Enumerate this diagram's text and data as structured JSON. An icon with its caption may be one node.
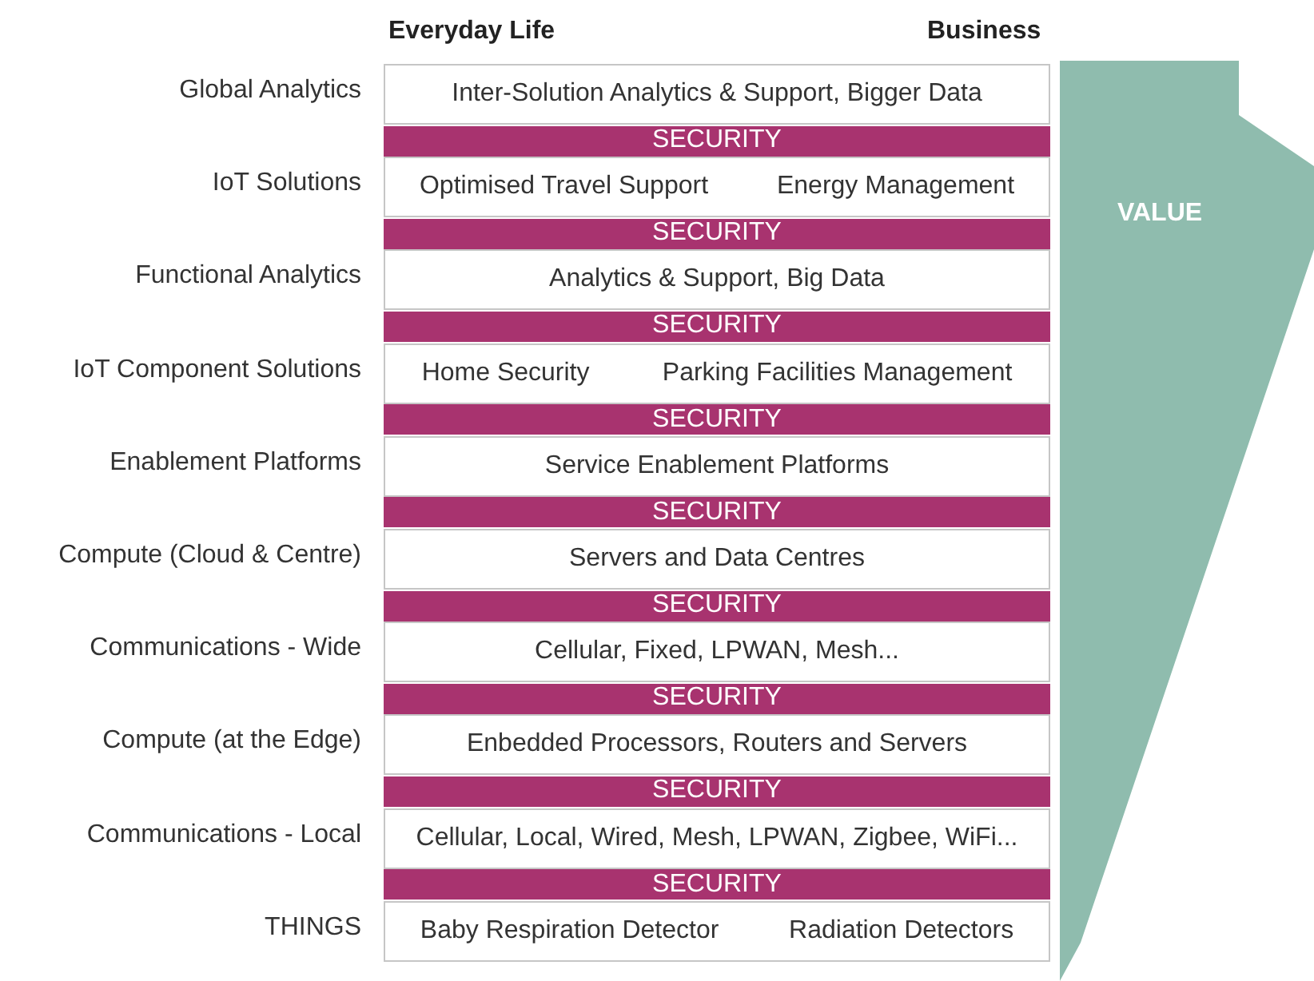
{
  "diagram": {
    "nodes": [
      {
        "text": [
          "Inter-Solution Analytics & Support, Bigger Data"
        ],
        "beside": [
          "Global Analytics"
        ]
      },
      {
        "text": [
          "SECURITY"
        ]
      },
      {
        "text": [
          "Optimised Travel Support",
          "Energy Management"
        ],
        "beside": [
          "IoT Solutions"
        ]
      },
      {
        "text": [
          "SECURITY"
        ]
      },
      {
        "text": [
          "Analytics & Support, Big Data"
        ],
        "beside": [
          "Functional Analytics"
        ]
      },
      {
        "text": [
          "SECURITY"
        ]
      },
      {
        "text": [
          "Home Security",
          "Parking Facilities Management"
        ],
        "beside": [
          "IoT Component Solutions"
        ]
      },
      {
        "text": [
          "SECURITY"
        ]
      },
      {
        "text": [
          "Service Enablement Platforms"
        ],
        "beside": [
          "Enablement Platforms"
        ]
      },
      {
        "text": [
          "SECURITY"
        ]
      },
      {
        "text": [
          "Servers and Data Centres"
        ],
        "beside": [
          "Compute (Cloud & Centre)"
        ]
      },
      {
        "text": [
          "SECURITY"
        ]
      },
      {
        "text": [
          "Cellular, Fixed, LPWAN, Mesh..."
        ],
        "beside": [
          "Communications - Wide"
        ]
      },
      {
        "text": [
          "SECURITY"
        ]
      },
      {
        "text": [
          "Enbedded Processors, Routers and Servers"
        ],
        "beside": [
          "Compute (at the Edge)"
        ]
      },
      {
        "text": [
          "SECURITY"
        ]
      },
      {
        "text": [
          "Cellular, Local, Wired, Mesh, LPWAN, Zigbee, WiFi..."
        ],
        "beside": [
          "Communications - Local"
        ]
      },
      {
        "text": [
          "SECURITY"
        ]
      },
      {
        "text": [
          "Baby Respiration Detector",
          "Radiation Detectors"
        ],
        "beside": [
          "THINGS"
        ]
      },
      {
        "text": [
          "VALUE"
        ]
      }
    ],
    "edges": [],
    "labels": [
      "Everyday Life",
      "Business"
    ]
  }
}
